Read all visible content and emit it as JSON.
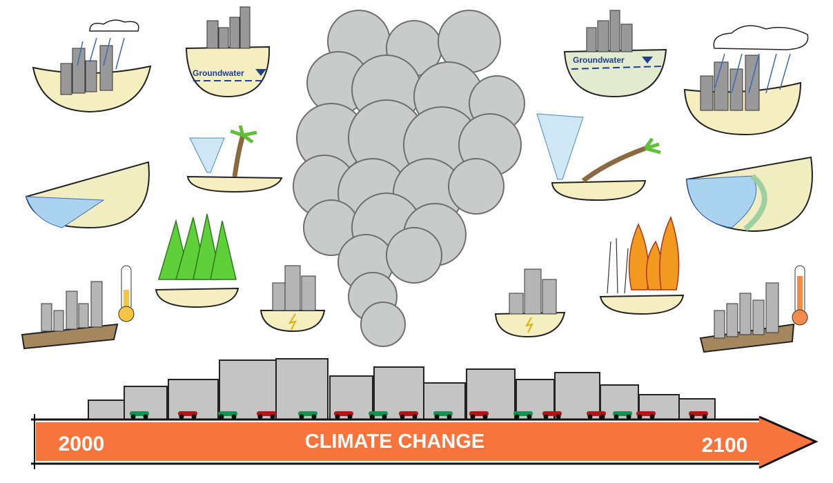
{
  "timeline": {
    "start_label": "2000",
    "title": "CLIMATE CHANGE",
    "end_label": "2100"
  },
  "scenes": {
    "groundwater_label_left": "Groundwater",
    "groundwater_label_right": "Groundwater"
  },
  "colors": {
    "arrow": "#f7743c",
    "cloud": "#c9caca",
    "sand": "#f5eec0",
    "building": "#b5b5b5",
    "water": "#a9d3ef",
    "tree": "#5fcf3a",
    "fire": "#f29a20",
    "car_green": "#159150",
    "car_red": "#b01818"
  }
}
